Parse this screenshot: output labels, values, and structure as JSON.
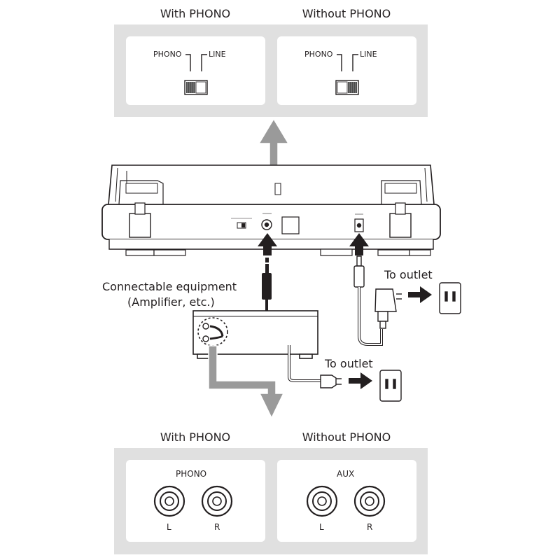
{
  "top_panel": {
    "with_header": "With PHONO",
    "without_header": "Without PHONO",
    "phono_label": "PHONO",
    "line_label": "LINE"
  },
  "bottom_panel": {
    "with_header": "With PHONO",
    "without_header": "Without PHONO",
    "phono_label": "PHONO",
    "aux_label": "AUX",
    "left_label": "L",
    "right_label": "R"
  },
  "labels": {
    "connectable_line1": "Connectable equipment",
    "connectable_line2": "(Amplifier, etc.)",
    "to_outlet_1": "To outlet",
    "to_outlet_2": "To outlet"
  },
  "colors": {
    "panel_gray": "#e0e0e0",
    "arrow_gray": "#9a9a9a",
    "line_dark": "#231f20"
  }
}
